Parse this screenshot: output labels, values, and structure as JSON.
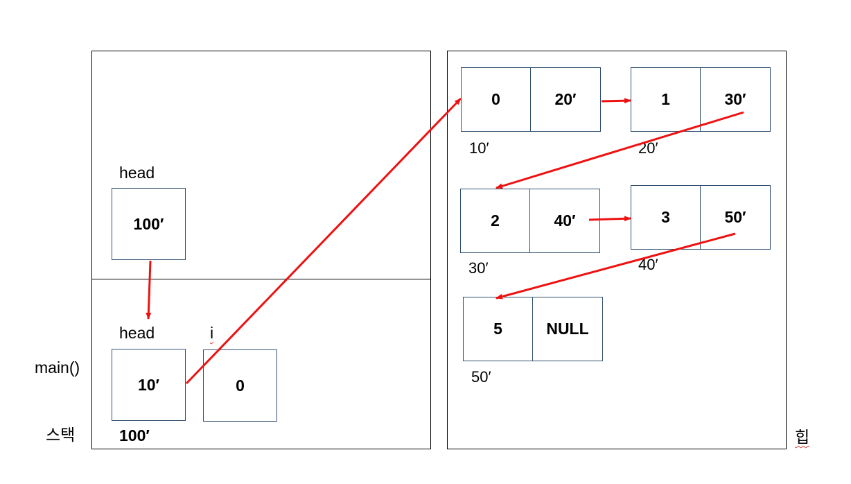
{
  "stack": {
    "label": "스택",
    "frame_label": "main()",
    "upper_var": {
      "name": "head",
      "value": "100′"
    },
    "lower_vars": [
      {
        "name": "head",
        "value": "10′"
      },
      {
        "name": "i",
        "value": "0"
      }
    ],
    "lower_head_address": "100′"
  },
  "heap": {
    "label": "힙",
    "nodes": [
      {
        "data": "0",
        "next": "20′",
        "address": "10′"
      },
      {
        "data": "1",
        "next": "30′",
        "address": "20′"
      },
      {
        "data": "2",
        "next": "40′",
        "address": "30′"
      },
      {
        "data": "3",
        "next": "50′",
        "address": "40′"
      },
      {
        "data": "5",
        "next": "NULL",
        "address": "50′"
      }
    ]
  },
  "colors": {
    "arrow": "#ee1111",
    "box_border": "#2f4f6f",
    "frame_border": "#000000"
  }
}
